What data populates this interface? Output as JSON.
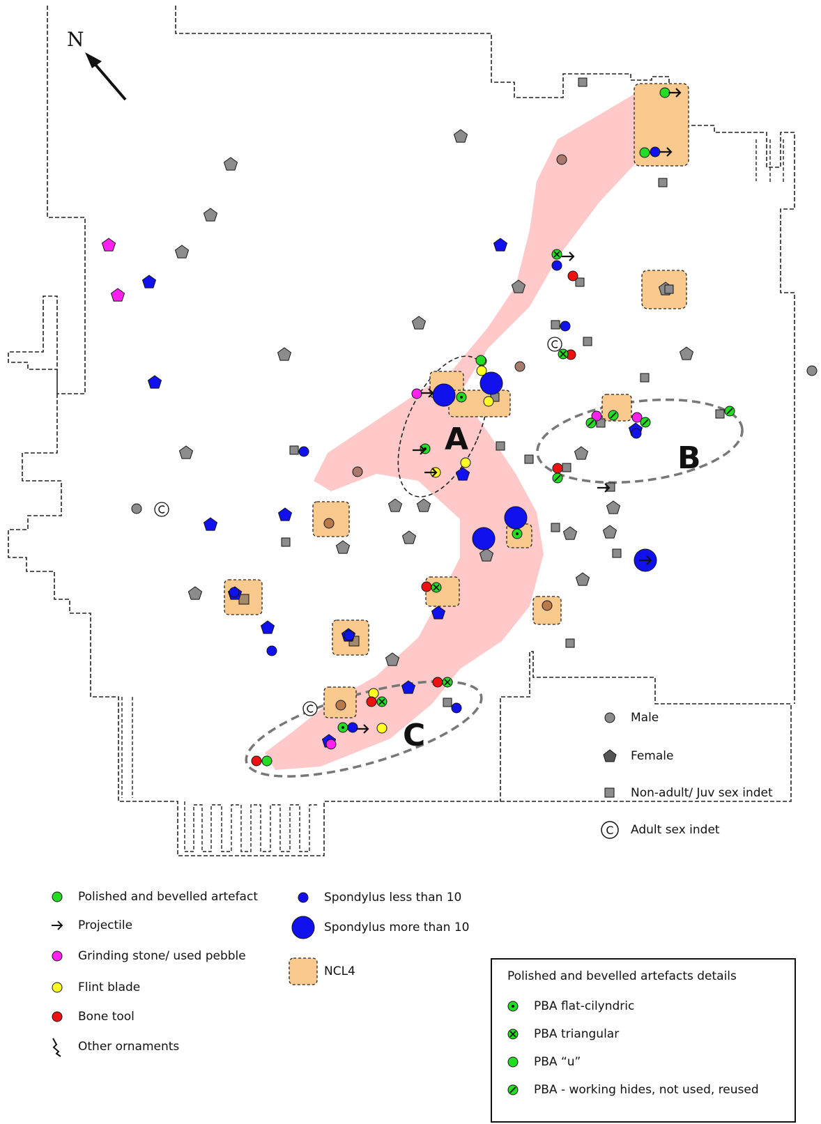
{
  "north_label": "N",
  "zones": [
    "A",
    "B",
    "C"
  ],
  "sex_legend": [
    {
      "key": "male",
      "label": "Male",
      "icon": "circle-icon",
      "color": "#8c8c8c"
    },
    {
      "key": "female",
      "label": "Female",
      "icon": "pentagon-icon",
      "color": "#8c8c8c"
    },
    {
      "key": "juv",
      "label": "Non-adult/ Juv sex indet",
      "icon": "square-icon",
      "color": "#8c8c8c"
    },
    {
      "key": "adult",
      "label": "Adult sex indet",
      "icon": "copyright-icon",
      "color": "#111111"
    }
  ],
  "artefact_legend": [
    {
      "key": "pba",
      "label": "Polished and bevelled artefact",
      "color": "#22dd22"
    },
    {
      "key": "projectile",
      "label": "Projectile",
      "color": "#111111"
    },
    {
      "key": "grinding",
      "label": "Grinding stone/ used pebble",
      "color": "#ff22ee"
    },
    {
      "key": "flint",
      "label": "Flint blade",
      "color": "#ffff22"
    },
    {
      "key": "bone",
      "label": "Bone tool",
      "color": "#ee1111"
    },
    {
      "key": "ornament",
      "label": "Other ornaments",
      "color": "#111111"
    }
  ],
  "spondylus_legend": [
    {
      "key": "spondylus_small",
      "label": "Spondylus less than 10",
      "color": "#1111ee"
    },
    {
      "key": "spondylus_large",
      "label": "Spondylus more than 10",
      "color": "#1111ee"
    },
    {
      "key": "ncl4",
      "label": "NCL4",
      "color": "#f9c98d"
    }
  ],
  "details": {
    "title": "Polished and bevelled artefacts details",
    "items": [
      {
        "key": "flat",
        "label": "PBA  flat-cilyndric"
      },
      {
        "key": "tri",
        "label": "PBA  triangular"
      },
      {
        "key": "u",
        "label": "PBA “u”"
      },
      {
        "key": "hides",
        "label": "PBA - working hides, not used, reused"
      }
    ]
  },
  "colors": {
    "burial_fill": "#8c8c8c",
    "pink_zone": "#ffc9c9",
    "ncl4_fill": "#f9c98d",
    "green": "#22dd22",
    "blue": "#1111ee",
    "red": "#ee1111",
    "yellow": "#ffff22",
    "magenta": "#ff22ee",
    "brown": "#a87a6e"
  }
}
